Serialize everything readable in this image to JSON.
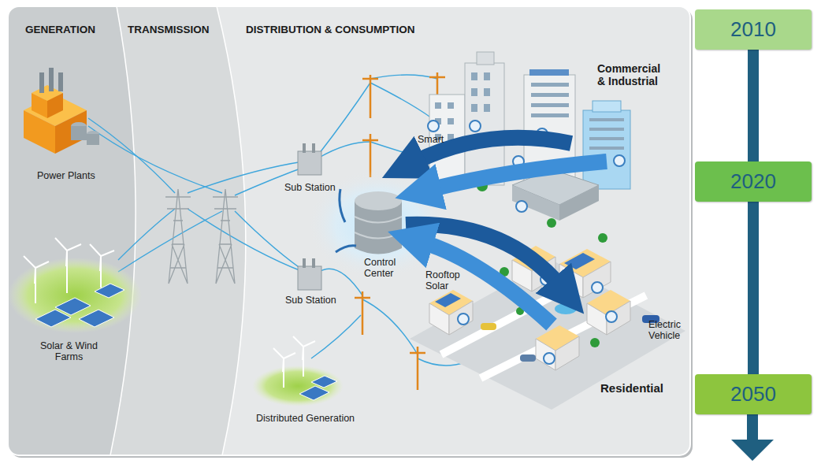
{
  "diagram": {
    "nodes": [
      {
        "text": [
          "2010"
        ]
      },
      {
        "text": [
          "2020"
        ]
      },
      {
        "text": [
          "2050"
        ]
      }
    ],
    "edges": [
      {
        "from": 0,
        "to": 1,
        "arrow": "none"
      },
      {
        "from": 1,
        "to": 2,
        "arrow": "none"
      }
    ],
    "labels": [
      "GENERATION",
      "TRANSMISSION",
      "DISTRIBUTION & CONSUMPTION",
      "Power Plants",
      "Solar & Wind Farms",
      "Sub Station",
      "Sub Station",
      "Control Center",
      "Smart",
      "Commercial & Industrial",
      "Rooftop Solar",
      "Electric Vehicle",
      "Residential",
      "Distributed Generation"
    ]
  }
}
